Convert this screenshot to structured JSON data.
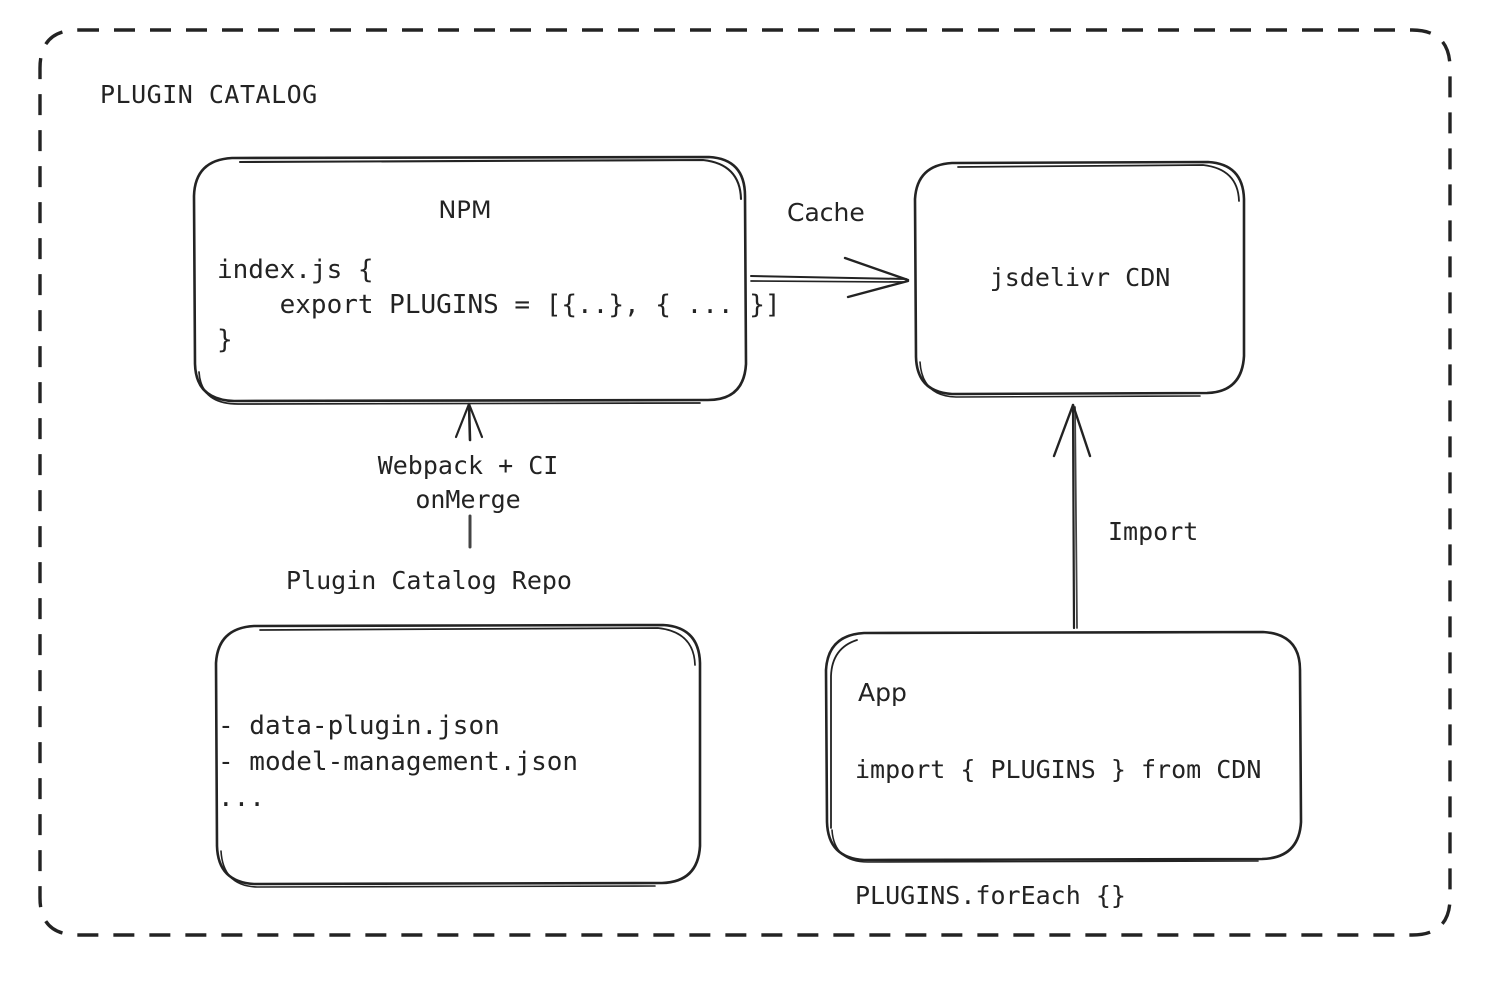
{
  "diagram": {
    "title": "PLUGIN CATALOG",
    "border_style": "dashed",
    "stroke_color": "#232323",
    "background_color": "#ffffff"
  },
  "nodes": {
    "npm": {
      "title": "NPM",
      "code": "index.js {\n    export PLUGINS = [{..}, { ... }]\n}"
    },
    "cdn": {
      "title": "jsdelivr CDN"
    },
    "repo": {
      "label": "Plugin Catalog Repo",
      "items": "- data-plugin.json\n- model-management.json\n..."
    },
    "app": {
      "title": "App",
      "code": "import { PLUGINS } from CDN\n\nPLUGINS.forEach {}"
    }
  },
  "edges": {
    "cache": {
      "label": "Cache",
      "from": "npm",
      "to": "cdn",
      "direction": "right"
    },
    "build": {
      "label": "Webpack + CI\nonMerge",
      "from": "repo",
      "to": "npm",
      "direction": "up"
    },
    "import": {
      "label": "Import",
      "from": "app",
      "to": "cdn",
      "direction": "up"
    }
  }
}
